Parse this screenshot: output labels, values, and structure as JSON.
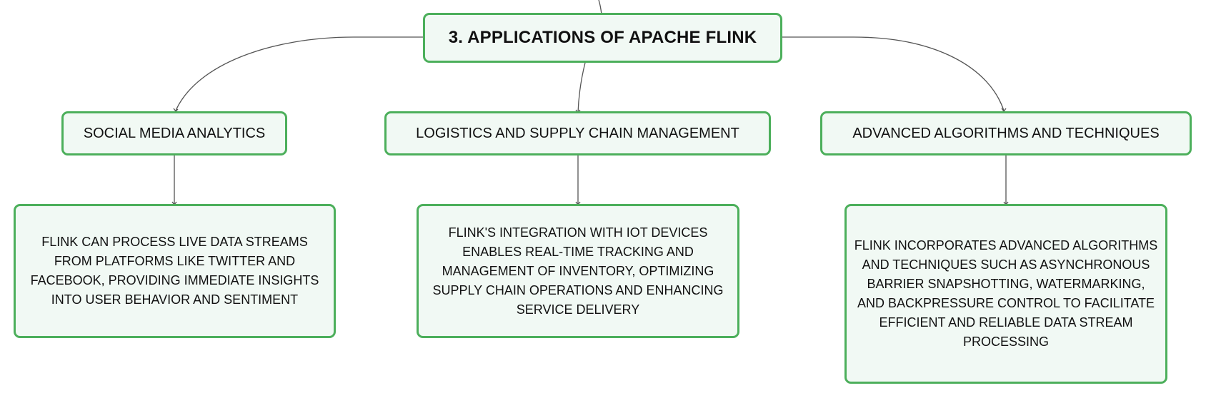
{
  "colors": {
    "border": "#4caf5b",
    "fill": "#f1f9f4",
    "connector": "#555555",
    "text": "#111111"
  },
  "root": {
    "title": "3. APPLICATIONS OF APACHE FLINK"
  },
  "branches": [
    {
      "topic": "SOCIAL MEDIA ANALYTICS",
      "detail": "FLINK CAN PROCESS LIVE DATA STREAMS FROM PLATFORMS LIKE TWITTER AND FACEBOOK, PROVIDING IMMEDIATE INSIGHTS INTO USER BEHAVIOR AND SENTIMENT"
    },
    {
      "topic": "LOGISTICS AND SUPPLY CHAIN MANAGEMENT",
      "detail": "FLINK'S INTEGRATION WITH IOT DEVICES ENABLES REAL-TIME TRACKING AND MANAGEMENT OF INVENTORY, OPTIMIZING SUPPLY CHAIN OPERATIONS AND ENHANCING SERVICE DELIVERY"
    },
    {
      "topic": "ADVANCED ALGORITHMS AND TECHNIQUES",
      "detail": "FLINK INCORPORATES ADVANCED ALGORITHMS AND TECHNIQUES SUCH AS ASYNCHRONOUS BARRIER SNAPSHOTTING, WATERMARKING, AND BACKPRESSURE CONTROL TO FACILITATE EFFICIENT AND RELIABLE DATA STREAM PROCESSING"
    }
  ]
}
